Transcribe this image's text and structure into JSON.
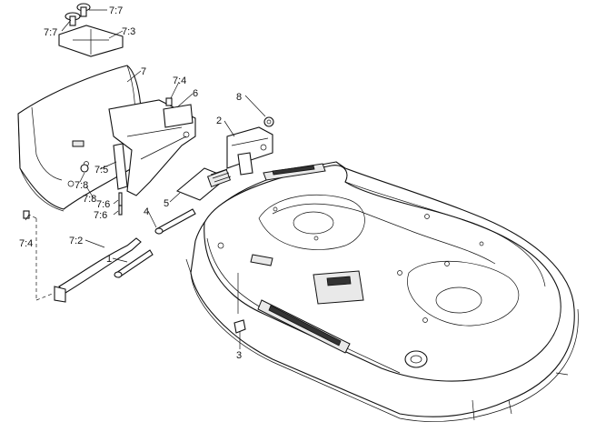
{
  "callouts": {
    "c77a": "7:7",
    "c77b": "7:7",
    "c73": "7:3",
    "c7": "7",
    "c74a": "7:4",
    "c6": "6",
    "c8": "8",
    "c2": "2",
    "c75": "7:5",
    "c78a": "7:8",
    "c78b": "7:8",
    "c76a": "7:6",
    "c76b": "7:6",
    "c5": "5",
    "c4": "4",
    "c74b": "7:4",
    "c72": "7:2",
    "c1": "1",
    "c3": "3"
  }
}
